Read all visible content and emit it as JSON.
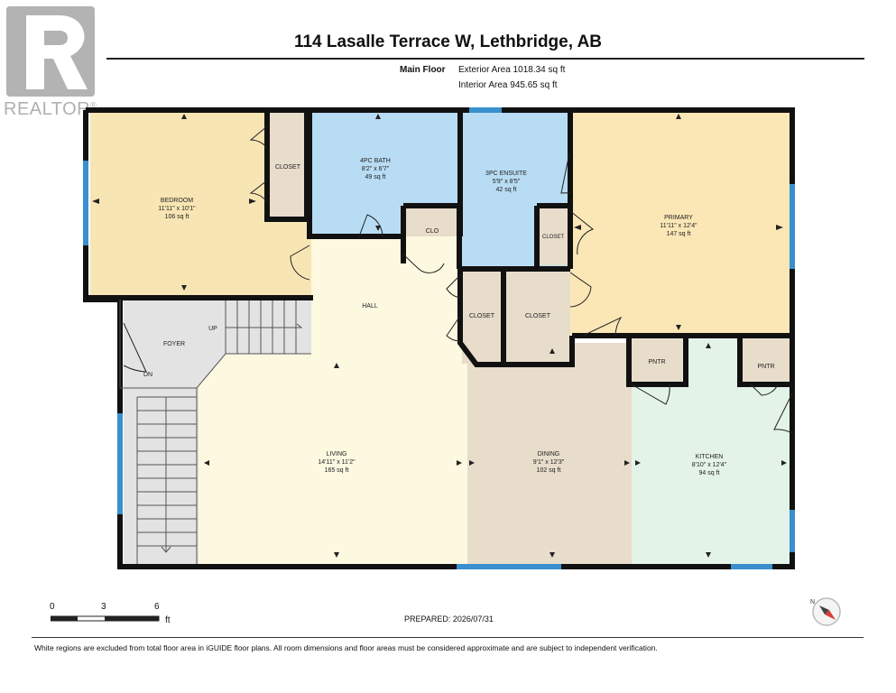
{
  "header": {
    "title": "114 Lasalle Terrace W, Lethbridge, AB",
    "floor": "Main Floor",
    "exterior_area": "Exterior Area 1018.34 sq ft",
    "interior_area": "Interior Area 945.65 sq ft"
  },
  "logo": {
    "text": "REALTOR",
    "mark": "®"
  },
  "rooms": {
    "bedroom": {
      "name": "BEDROOM",
      "dims": "11'11\" x 10'1\"",
      "area": "106 sq ft"
    },
    "bath4": {
      "name": "4PC BATH",
      "dims": "8'2\" x 6'7\"",
      "area": "49 sq ft"
    },
    "ensuite": {
      "name": "3PC ENSUITE",
      "dims": "5'9\" x 8'5\"",
      "area": "42 sq ft"
    },
    "primary": {
      "name": "PRIMARY",
      "dims": "11'11\" x 12'4\"",
      "area": "147 sq ft"
    },
    "living": {
      "name": "LIVING",
      "dims": "14'11\" x 11'2\"",
      "area": "165 sq ft"
    },
    "dining": {
      "name": "DINING",
      "dims": "9'1\" x 12'3\"",
      "area": "102 sq ft"
    },
    "kitchen": {
      "name": "KITCHEN",
      "dims": "8'10\" x 12'4\"",
      "area": "94 sq ft"
    },
    "closet_bedroom": "CLOSET",
    "clo": "CLO",
    "closet_primary": "CLOSET",
    "closet_hall1": "CLOSET",
    "closet_hall2": "CLOSET",
    "pntr1": "PNTR",
    "pntr2": "PNTR",
    "hall": "HALL",
    "foyer": "FOYER",
    "up": "UP",
    "dn": "DN"
  },
  "colors": {
    "bedroom": "#f8e5b4",
    "bath": "#b8dcf4",
    "primary": "#fbe7b6",
    "hall": "#fdf8e0",
    "dining": "#e8dccb",
    "kitchen": "#e4f3e8",
    "closet": "#e8dccb",
    "foyer": "#e3e3e3",
    "wall": "#111111",
    "window": "#3a8fce"
  },
  "scale": {
    "ticks": [
      "0",
      "3",
      "6"
    ],
    "unit": "ft"
  },
  "prepared": "PREPARED: 2026/07/31",
  "compass": {
    "north": "N"
  },
  "disclaimer": "White regions are excluded from total floor area in iGUIDE floor plans. All room dimensions and floor areas must be considered approximate and are subject to independent verification."
}
